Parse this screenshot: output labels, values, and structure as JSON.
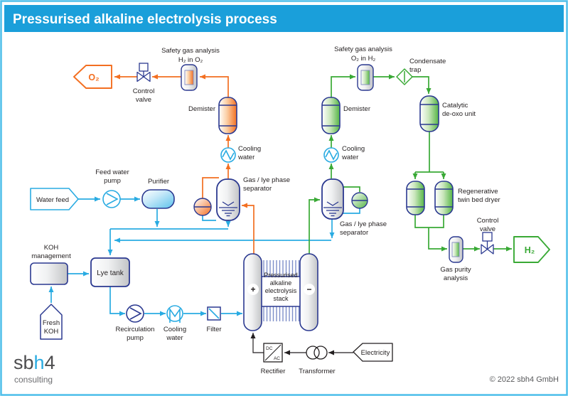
{
  "title": "Pressurised alkaline electrolysis process",
  "o2_side": {
    "safety1": "Safety gas analysis",
    "safety2": "H₂ in O₂",
    "valve1": "Control",
    "valve2": "valve",
    "demister": "Demister",
    "cooling1": "Cooling",
    "cooling2": "water",
    "sep1": "Gas / lye phase",
    "sep2": "separator",
    "tag": "O₂"
  },
  "h2_side": {
    "safety1": "Safety gas analysis",
    "safety2": "O₂ in H₂",
    "trap1": "Condensate",
    "trap2": "trap",
    "demister": "Demister",
    "cooling1": "Cooling",
    "cooling2": "water",
    "sep1": "Gas / lye phase",
    "sep2": "separator",
    "deoxo1": "Catalytic",
    "deoxo2": "de-oxo unit",
    "dryer1": "Regenerative",
    "dryer2": "twin bed dryer",
    "purity1": "Gas purity",
    "purity2": "analysis",
    "valve1": "Control",
    "valve2": "valve",
    "tag": "H₂"
  },
  "feed": {
    "water_tag": "Water feed",
    "pump1": "Feed water",
    "pump2": "pump",
    "purifier": "Purifier"
  },
  "koh": {
    "mgmt1": "KOH",
    "mgmt2": "management",
    "fresh1": "Fresh",
    "fresh2": "KOH",
    "lye_tank": "Lye tank"
  },
  "loop": {
    "pump1": "Recirculation",
    "pump2": "pump",
    "cooling1": "Cooling",
    "cooling2": "water",
    "filter": "Filter"
  },
  "stack": {
    "l1": "Pressurised",
    "l2": "alkaline",
    "l3": "electrolysis",
    "l4": "stack",
    "plus": "+",
    "minus": "−"
  },
  "power": {
    "rectifier": "Rectifier",
    "transformer": "Transformer",
    "electricity": "Electricity",
    "dc": "DC",
    "ac": "AC"
  },
  "footer": {
    "logo_sb": "sb",
    "logo_h": "h",
    "logo_4": "4",
    "tagline": "consulting",
    "copyright": "© 2022 sbh4 GmbH"
  },
  "colors": {
    "header_blue": "#1A9FDA",
    "pipe_blue": "#29ABE2",
    "outline_blue": "#2B3990",
    "orange": "#F36F21",
    "green": "#39A935",
    "text": "#231F20"
  }
}
